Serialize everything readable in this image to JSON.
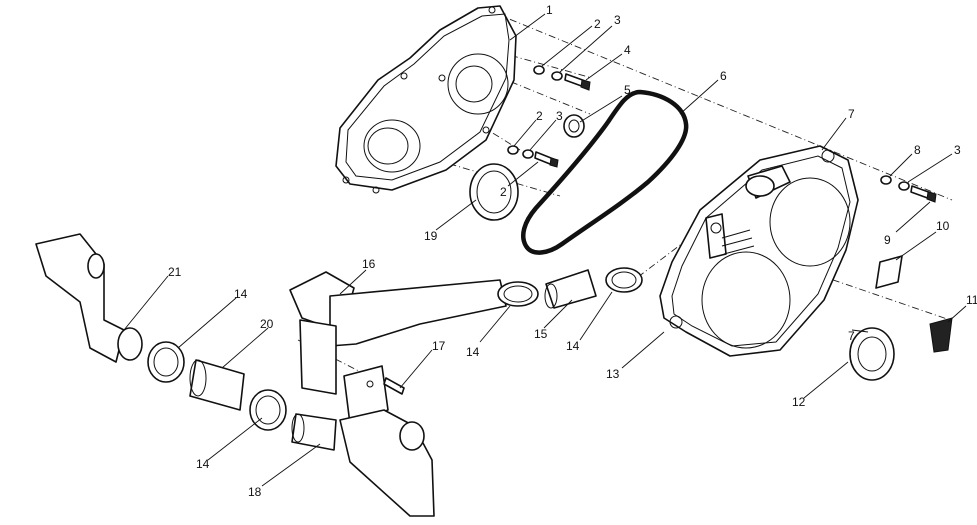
{
  "diagram": {
    "callouts": [
      {
        "id": "c1",
        "text": "1"
      },
      {
        "id": "c2a",
        "text": "2"
      },
      {
        "id": "c3a",
        "text": "3"
      },
      {
        "id": "c4",
        "text": "4"
      },
      {
        "id": "c5",
        "text": "5"
      },
      {
        "id": "c6",
        "text": "6"
      },
      {
        "id": "c2b",
        "text": "2"
      },
      {
        "id": "c3b",
        "text": "3"
      },
      {
        "id": "c2c",
        "text": "2"
      },
      {
        "id": "c7a",
        "text": "7"
      },
      {
        "id": "c8",
        "text": "8"
      },
      {
        "id": "c3c",
        "text": "3"
      },
      {
        "id": "c9",
        "text": "9"
      },
      {
        "id": "c10",
        "text": "10"
      },
      {
        "id": "c11",
        "text": "11"
      },
      {
        "id": "c7b",
        "text": "7"
      },
      {
        "id": "c12",
        "text": "12"
      },
      {
        "id": "c13",
        "text": "13"
      },
      {
        "id": "c14a",
        "text": "14"
      },
      {
        "id": "c15",
        "text": "15"
      },
      {
        "id": "c14b",
        "text": "14"
      },
      {
        "id": "c16",
        "text": "16"
      },
      {
        "id": "c17",
        "text": "17"
      },
      {
        "id": "c14c",
        "text": "14"
      },
      {
        "id": "c14d",
        "text": "14"
      },
      {
        "id": "c18",
        "text": "18"
      },
      {
        "id": "c19",
        "text": "19"
      },
      {
        "id": "c20",
        "text": "20"
      },
      {
        "id": "c21",
        "text": "21"
      }
    ]
  }
}
